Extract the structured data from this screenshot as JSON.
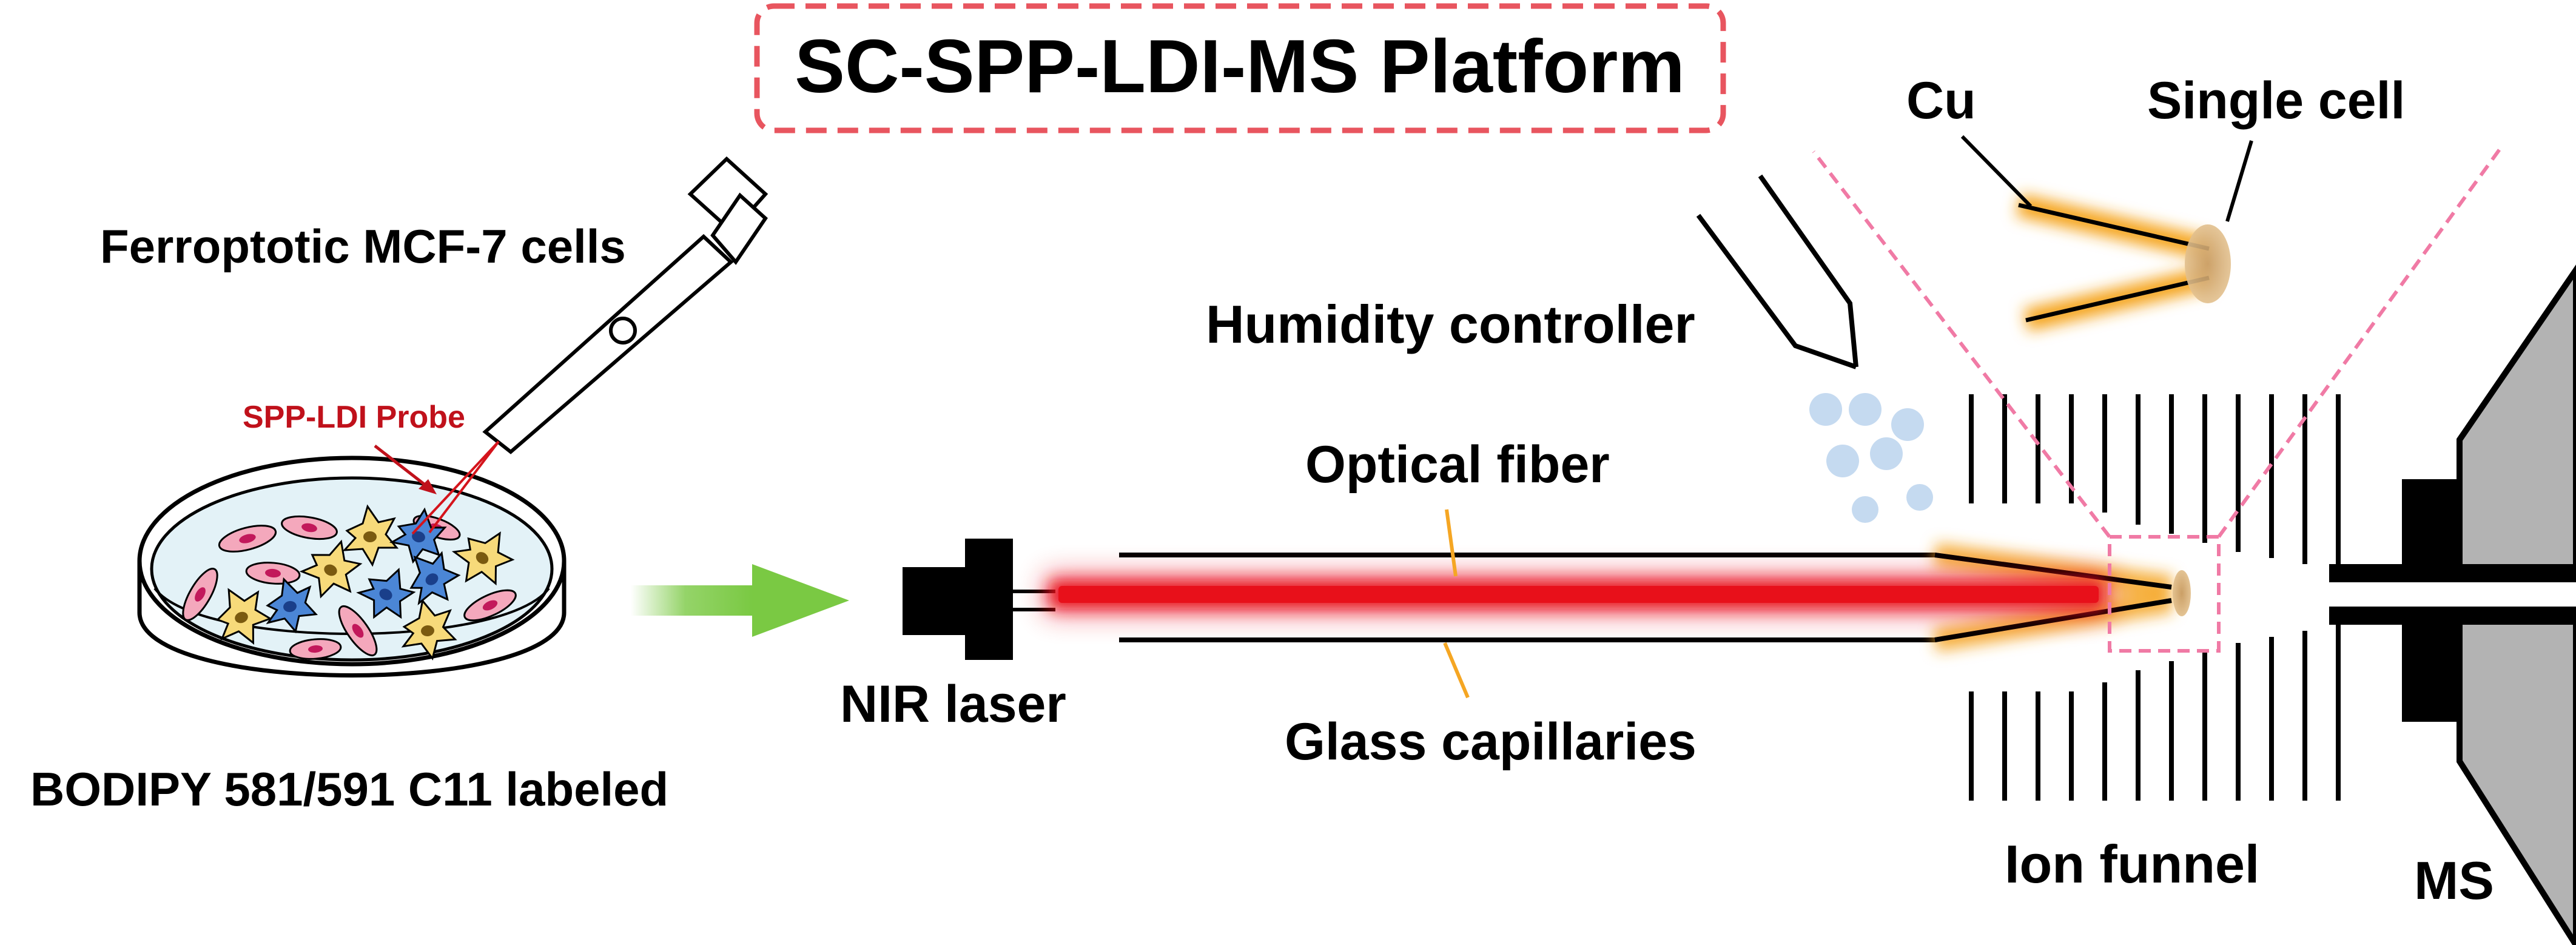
{
  "title": "SC-SPP-LDI-MS Platform",
  "labels": {
    "cells": "Ferroptotic MCF-7 cells",
    "probe": "SPP-LDI Probe",
    "stain": "BODIPY 581/591 C11 labeled",
    "laser": "NIR laser",
    "fiber": "Optical fiber",
    "capillaries": "Glass capillaries",
    "humidity": "Humidity controller",
    "copper": "Cu",
    "single_cell": "Single cell",
    "funnel": "Ion funnel",
    "ms": "MS"
  },
  "colors": {
    "title_border": "#e8555f",
    "probe_label": "#c0111b",
    "laser_beam": "#e8101a",
    "glow": "#f5a623",
    "arrow": "#7ac943",
    "zoom_lines": "#f07aa5",
    "droplets": "#c5daf0",
    "ms_body": "#b3b3b3",
    "dish_fill": "#e3f2f7",
    "cell_pink": "#f4a8bc",
    "cell_yellow": "#f7da7a",
    "cell_blue": "#4b86d6",
    "cell_tip": "#d9b27c"
  }
}
